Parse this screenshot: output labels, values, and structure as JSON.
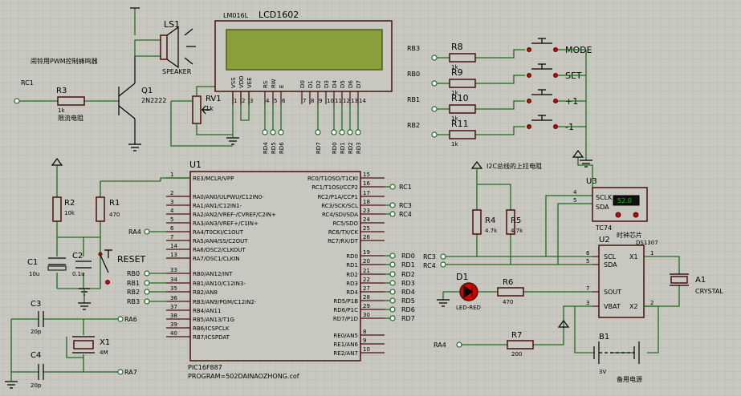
{
  "colors": {
    "background": "#c8c8c0",
    "grid": "#b9b9b0",
    "wire": "#1f6b1f",
    "part": "#4a0e0e",
    "lcd": "#8a9e3a",
    "led": "#d40000",
    "display": "#00cc00"
  },
  "notes": {
    "buzzer_note": "闹铃用PWM控制蜂鸣器",
    "i2c_note": "I2C总线的上拉电阻",
    "clock_chip": "时钟芯片",
    "backup": "备用电源"
  },
  "lcd": {
    "model": "LM016L",
    "name": "LCD1602",
    "pins": [
      "VSS",
      "VDD",
      "VEE",
      "RS",
      "RW",
      "E",
      "D0",
      "D1",
      "D2",
      "D3",
      "D4",
      "D5",
      "D6",
      "D7"
    ],
    "nums": [
      "1",
      "2",
      "3",
      "4",
      "5",
      "6",
      "7",
      "8",
      "9",
      "10",
      "11",
      "12",
      "13",
      "14"
    ],
    "nets": [
      "RD4",
      "RD5",
      "RD6",
      "RD7",
      "RD0",
      "RD1",
      "RD2",
      "RD3"
    ]
  },
  "buzzer": {
    "ref": "LS1",
    "label": "SPEAKER",
    "net": "RC1",
    "r": "R3",
    "r_val": "1k",
    "r_note": "限流电阻",
    "q": "Q1",
    "q_val": "2N2222",
    "rv": "RV1",
    "rv_val": "1k"
  },
  "mcu": {
    "ref": "U1",
    "part": "PIC16F887",
    "program": "PROGRAM=502DAINAOZHONG.cof",
    "left": [
      {
        "num": "1",
        "name": "RE3/MCLR/VPP"
      },
      {
        "num": "2",
        "name": "RA0/AN0/ULPWU/C12IN0-"
      },
      {
        "num": "3",
        "name": "RA1/AN1/C12IN1-"
      },
      {
        "num": "4",
        "name": "RA2/AN2/VREF-/CVREF/C2IN+"
      },
      {
        "num": "5",
        "name": "RA3/AN3/VREF+/C1IN+"
      },
      {
        "num": "6",
        "name": "RA4/T0CKI/C1OUT"
      },
      {
        "num": "7",
        "name": "RA5/AN4/SS/C2OUT"
      },
      {
        "num": "14",
        "name": "RA6/OSC2/CLKOUT"
      },
      {
        "num": "13",
        "name": "RA7/OSC1/CLKIN"
      },
      {
        "num": "33",
        "name": "RB0/AN12/INT"
      },
      {
        "num": "34",
        "name": "RB1/AN10/C12IN3-"
      },
      {
        "num": "35",
        "name": "RB2/AN8"
      },
      {
        "num": "36",
        "name": "RB3/AN9/PGM/C12IN2-"
      },
      {
        "num": "37",
        "name": "RB4/AN11"
      },
      {
        "num": "38",
        "name": "RB5/AN13/T1G"
      },
      {
        "num": "39",
        "name": "RB6/ICSPCLK"
      },
      {
        "num": "40",
        "name": "RB7/ICSPDAT"
      }
    ],
    "right_c": [
      {
        "num": "15",
        "name": "RC0/T1OSO/T1CKI"
      },
      {
        "num": "16",
        "name": "RC1/T1OSI/CCP2"
      },
      {
        "num": "17",
        "name": "RC2/P1A/CCP1"
      },
      {
        "num": "18",
        "name": "RC3/SCK/SCL"
      },
      {
        "num": "23",
        "name": "RC4/SDI/SDA"
      },
      {
        "num": "24",
        "name": "RC5/SDO"
      },
      {
        "num": "25",
        "name": "RC6/TX/CK"
      },
      {
        "num": "26",
        "name": "RC7/RX/DT"
      }
    ],
    "right_d": [
      {
        "num": "19",
        "name": "RD0"
      },
      {
        "num": "20",
        "name": "RD1"
      },
      {
        "num": "21",
        "name": "RD2"
      },
      {
        "num": "22",
        "name": "RD3"
      },
      {
        "num": "27",
        "name": "RD4"
      },
      {
        "num": "28",
        "name": "RD5/P1B"
      },
      {
        "num": "29",
        "name": "RD6/P1C"
      },
      {
        "num": "30",
        "name": "RD7/P1D"
      }
    ],
    "right_e": [
      {
        "num": "8",
        "name": "RE0/AN5"
      },
      {
        "num": "9",
        "name": "RE1/AN6"
      },
      {
        "num": "10",
        "name": "RE2/AN7"
      }
    ],
    "left_nets": [
      "RA4",
      "RB0",
      "RB1",
      "RB2",
      "RB3"
    ],
    "right_c_nets": [
      "RC1",
      "RC3",
      "RC4"
    ],
    "right_d_nets": [
      "RD0",
      "RD1",
      "RD2",
      "RD3",
      "RD4",
      "RD5",
      "RD6",
      "RD7"
    ]
  },
  "reset": {
    "r1": "R1",
    "r1_val": "470",
    "r2": "R2",
    "r2_val": "10k",
    "c1": "C1",
    "c1_val": "10u",
    "c2": "C2",
    "c2_val": "0.1u",
    "btn": "RESET"
  },
  "osc": {
    "c3": "C3",
    "c3_val": "20p",
    "c4": "C4",
    "c4_val": "20p",
    "x1": "X1",
    "x1_val": "4M",
    "net_a": "RA6",
    "net_b": "RA7"
  },
  "buttons": [
    {
      "net": "RB3",
      "r": "R8",
      "val": "1k",
      "label": "MODE"
    },
    {
      "net": "RB0",
      "r": "R9",
      "val": "1k",
      "label": "SET"
    },
    {
      "net": "RB1",
      "r": "R10",
      "val": "1k",
      "label": "+1"
    },
    {
      "net": "RB2",
      "r": "R11",
      "val": "1k",
      "label": "-1"
    }
  ],
  "tc74": {
    "ref": "U3",
    "part": "TC74",
    "p_sclk": "SCLK",
    "p_sda": "SDA",
    "n4": "4",
    "n5": "5",
    "display": "52.0"
  },
  "rtc": {
    "ref": "U2",
    "part": "DS1307",
    "pins_l": [
      "SCL",
      "SDA",
      "SOUT",
      "VBAT"
    ],
    "pins_r": [
      "X1",
      "X2"
    ],
    "nums_l": [
      "6",
      "5",
      "7",
      "3"
    ],
    "nums_r": [
      "1",
      "2"
    ]
  },
  "pullups": {
    "r4": "R4",
    "r4_val": "4.7k",
    "r5": "R5",
    "r5_val": "4.7k",
    "net_scl": "RC3",
    "net_sda": "RC4"
  },
  "led": {
    "d": "D1",
    "label": "LED-RED",
    "r": "R6",
    "r_val": "470"
  },
  "crystal": {
    "ref": "A1",
    "label": "CRYSTAL"
  },
  "battery": {
    "r": "R7",
    "r_val": "200",
    "net": "RA4",
    "b": "B1",
    "b_val": "3V"
  }
}
